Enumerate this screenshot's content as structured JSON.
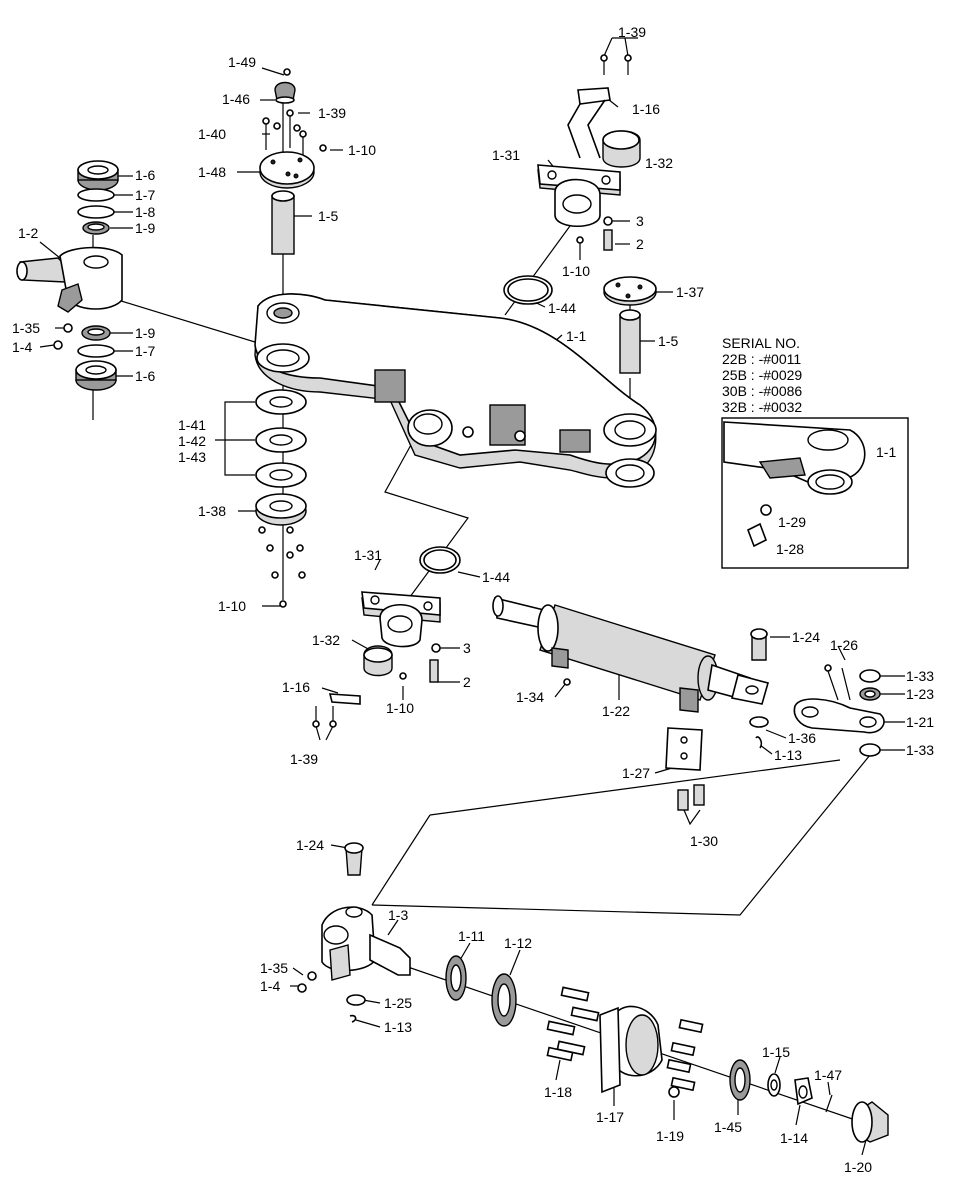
{
  "serial": {
    "title": "SERIAL NO.",
    "lines": [
      "22B : -#0011",
      "25B : -#0029",
      "30B : -#0086",
      "32B : -#0032"
    ]
  },
  "labels": {
    "l_1_39_top": "1-39",
    "l_1_49": "1-49",
    "l_1_46": "1-46",
    "l_1_39_mid": "1-39",
    "l_1_16_top": "1-16",
    "l_1_40": "1-40",
    "l_1_10_top": "1-10",
    "l_1_31_top": "1-31",
    "l_1_32_top": "1-32",
    "l_1_48": "1-48",
    "l_1_6_top": "1-6",
    "l_1_7_top": "1-7",
    "l_1_8": "1-8",
    "l_1_9_top": "1-9",
    "l_1_5_left": "1-5",
    "l_3_top": "3",
    "l_2_top": "2",
    "l_1_2": "1-2",
    "l_1_10_mid": "1-10",
    "l_1_37": "1-37",
    "l_1_44_top": "1-44",
    "l_1_35_top": "1-35",
    "l_1_9_bot": "1-9",
    "l_1_4_top": "1-4",
    "l_1_7_bot": "1-7",
    "l_1_1": "1-1",
    "l_1_5_right": "1-5",
    "l_1_6_bot": "1-6",
    "l_1_41": "1-41",
    "l_1_42": "1-42",
    "l_1_43": "1-43",
    "l_1_1_inset": "1-1",
    "l_1_38": "1-38",
    "l_1_29": "1-29",
    "l_1_28": "1-28",
    "l_1_31_bot": "1-31",
    "l_1_44_bot": "1-44",
    "l_1_10_left": "1-10",
    "l_1_24_top": "1-24",
    "l_1_26": "1-26",
    "l_1_32_bot": "1-32",
    "l_3_bot": "3",
    "l_1_33_top": "1-33",
    "l_1_16_bot": "1-16",
    "l_2_bot": "2",
    "l_1_34": "1-34",
    "l_1_23": "1-23",
    "l_1_10_bot": "1-10",
    "l_1_22": "1-22",
    "l_1_21": "1-21",
    "l_1_36": "1-36",
    "l_1_33_bot": "1-33",
    "l_1_39_bot": "1-39",
    "l_1_13_right": "1-13",
    "l_1_27": "1-27",
    "l_1_30": "1-30",
    "l_1_24_bot": "1-24",
    "l_1_3": "1-3",
    "l_1_11": "1-11",
    "l_1_12": "1-12",
    "l_1_35_bot": "1-35",
    "l_1_4_bot": "1-4",
    "l_1_25": "1-25",
    "l_1_13_bot": "1-13",
    "l_1_15": "1-15",
    "l_1_47": "1-47",
    "l_1_18": "1-18",
    "l_1_17": "1-17",
    "l_1_19": "1-19",
    "l_1_45": "1-45",
    "l_1_14": "1-14",
    "l_1_20": "1-20"
  }
}
